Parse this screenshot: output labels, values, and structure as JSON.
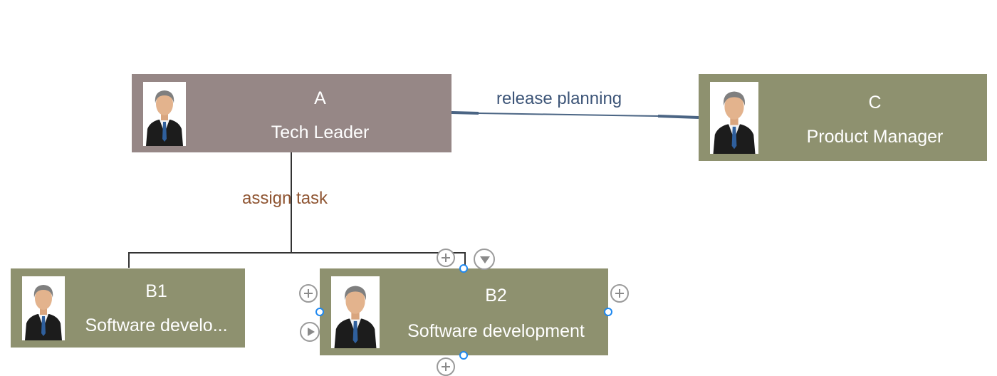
{
  "nodes": {
    "a": {
      "name": "A",
      "role": "Tech Leader",
      "color": "#968786"
    },
    "c": {
      "name": "C",
      "role": "Product Manager",
      "color": "#8e916f"
    },
    "b1": {
      "name": "B1",
      "role": "Software develo...",
      "color": "#8e916f"
    },
    "b2": {
      "name": "B2",
      "role": "Software development",
      "color": "#8e916f",
      "selected": true
    }
  },
  "connectors": {
    "a_to_c": {
      "label": "release planning",
      "color": "#4b6584"
    },
    "a_to_b": {
      "label": "assign task",
      "color": "#333333",
      "label_color": "#8f5532"
    }
  },
  "controls": {
    "add_icon": "plus-circle-icon",
    "collapse_icon": "triangle-down-icon",
    "expand_icon": "play-icon",
    "selection_color": "#1e88f0"
  }
}
